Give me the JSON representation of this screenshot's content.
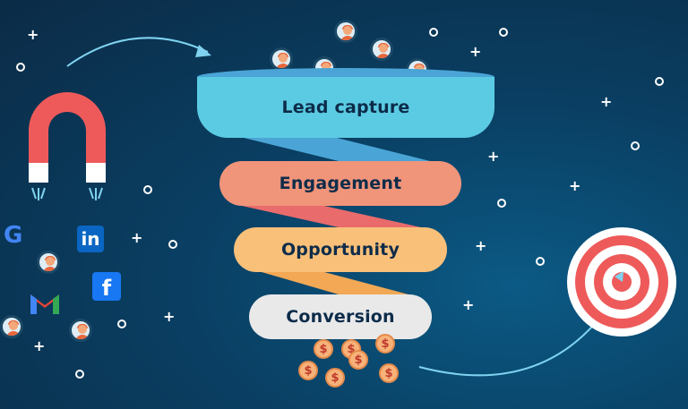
{
  "funnel": {
    "stages": [
      {
        "label": "Lead capture",
        "color": "#5bcbe3"
      },
      {
        "label": "Engagement",
        "color": "#f0947a"
      },
      {
        "label": "Opportunity",
        "color": "#f9c07a"
      },
      {
        "label": "Conversion",
        "color": "#e9e9ea"
      }
    ],
    "connector_colors": [
      "#4aa5d6",
      "#e96b6b",
      "#f2a855"
    ]
  },
  "sources": {
    "icons": [
      "google-icon",
      "linkedin-icon",
      "facebook-icon",
      "gmail-icon",
      "magnet-icon"
    ],
    "linkedin_text": "in",
    "facebook_text": "f",
    "google_text": "G"
  },
  "coins": {
    "symbol": "$"
  },
  "colors": {
    "background_dark": "#0b2b46",
    "background_light": "#0b5a85",
    "magnet_red": "#ee5a5a",
    "target_red": "#ee5a5a",
    "accent_blue": "#7fd3f0"
  }
}
